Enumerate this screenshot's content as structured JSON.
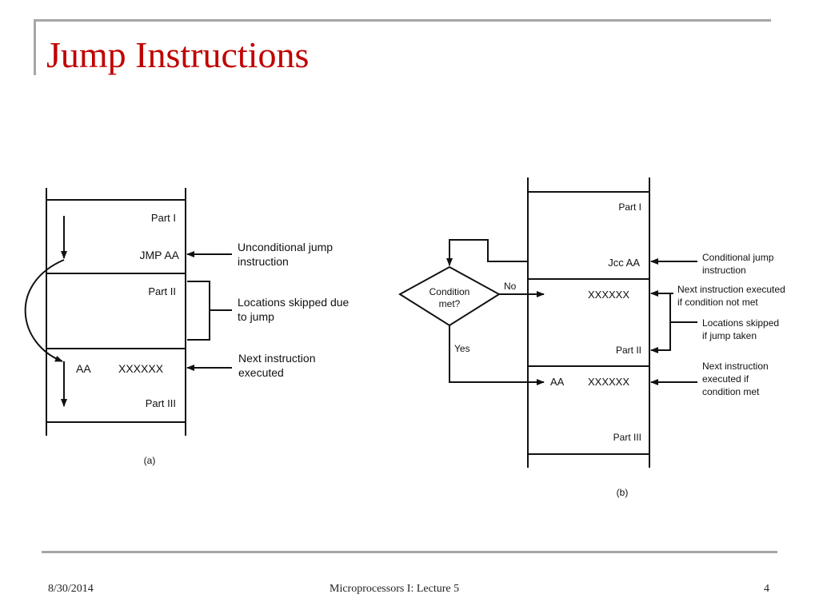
{
  "slide": {
    "title": "Jump Instructions",
    "title_color": "#c00000",
    "rule_color": "#a6a6a6"
  },
  "diagram_a": {
    "part1": "Part I",
    "jmp": "JMP AA",
    "part2": "Part II",
    "aa": "AA",
    "xxxxxx": "XXXXXX",
    "part3": "Part III",
    "label_uncond_1": "Unconditional jump",
    "label_uncond_2": "instruction",
    "label_skipped_1": "Locations skipped due",
    "label_skipped_2": "to jump",
    "label_next_1": "Next instruction",
    "label_next_2": "executed",
    "caption": "(a)"
  },
  "diagram_b": {
    "part1": "Part I",
    "jcc": "Jcc AA",
    "xxxxxx_top": "XXXXXX",
    "part2": "Part II",
    "aa": "AA",
    "xxxxxx_bottom": "XXXXXX",
    "part3": "Part III",
    "decision_1": "Condition",
    "decision_2": "met?",
    "no": "No",
    "yes": "Yes",
    "label_cond_1": "Conditional jump",
    "label_cond_2": "instruction",
    "label_next_not_1": "Next instruction executed",
    "label_next_not_2": "if condition not met",
    "label_skipped_1": "Locations skipped",
    "label_skipped_2": "if jump taken",
    "label_next_met_1": "Next instruction",
    "label_next_met_2": "executed if",
    "label_next_met_3": "condition met",
    "caption": "(b)"
  },
  "footer": {
    "date": "8/30/2014",
    "course": "Microprocessors I:   Lecture 5",
    "page": "4"
  }
}
